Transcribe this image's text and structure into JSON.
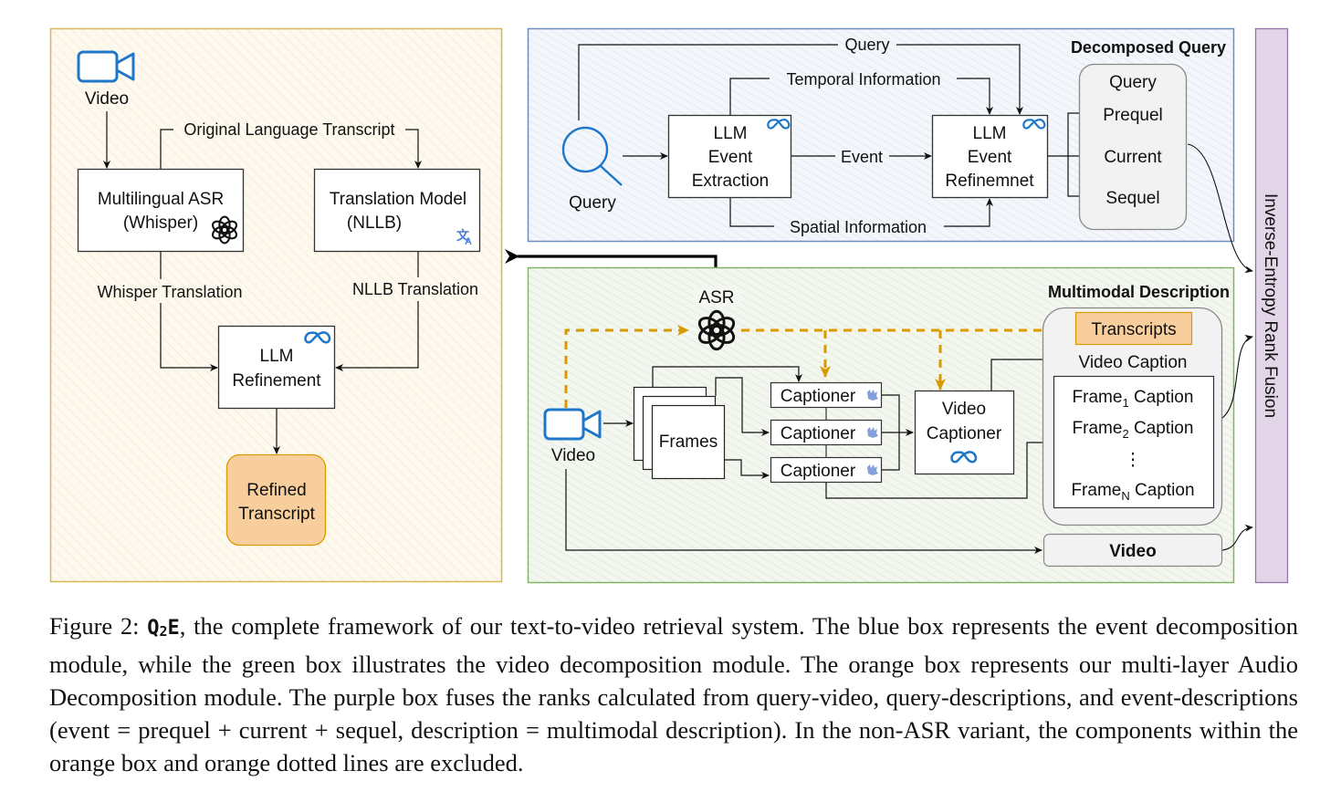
{
  "colors": {
    "audio_box_fill": "#fdf8ec",
    "audio_box_stroke": "#d6b656",
    "query_box_fill": "#eef3fa",
    "query_box_stroke": "#6c8ebf",
    "video_box_fill": "#f1f6ec",
    "video_box_stroke": "#82b366",
    "fusion_fill": "#e1d5e7",
    "fusion_stroke": "#9673a6",
    "accent_blue": "#1f77c9",
    "orange_dash": "#d79b00",
    "orange_fill": "#f8cf9c"
  },
  "audio_module": {
    "video_label": "Video",
    "edge_original_transcript": "Original Language Transcript",
    "asr_box": {
      "line1": "Multilingual ASR",
      "line2": "(Whisper)"
    },
    "translation_box": {
      "line1": "Translation Model",
      "line2": "(NLLB)"
    },
    "edge_whisper_translation": "Whisper Translation",
    "edge_nllb_translation": "NLLB Translation",
    "llm_box": {
      "line1": "LLM",
      "line2": "Refinement"
    },
    "output_box": {
      "line1": "Refined",
      "line2": "Transcript"
    }
  },
  "query_module": {
    "title": "Decomposed Query",
    "query_label": "Query",
    "edge_query": "Query",
    "edge_temporal": "Temporal Information",
    "edge_event": "Event",
    "edge_spatial": "Spatial Information",
    "extraction_box": {
      "line1": "LLM",
      "line2": "Event",
      "line3": "Extraction"
    },
    "refinement_box": {
      "line1": "LLM",
      "line2": "Event",
      "line3": "Refinemnet"
    },
    "output_box": {
      "title": "Query",
      "items": [
        "Prequel",
        "Current",
        "Sequel"
      ]
    }
  },
  "video_module": {
    "title": "Multimodal Description",
    "asr_label": "ASR",
    "video_label": "Video",
    "frames_label": "Frames",
    "captioners": [
      "Captioner",
      "Captioner",
      "Captioner"
    ],
    "video_captioner": {
      "line1": "Video",
      "line2": "Captioner"
    },
    "description_box": {
      "transcripts": "Transcripts",
      "video_caption": "Video Caption",
      "frame_captions": [
        {
          "prefix": "Frame",
          "sub": "1",
          "suffix": " Caption"
        },
        {
          "prefix": "Frame",
          "sub": "2",
          "suffix": " Caption"
        },
        {
          "prefix": "Frame",
          "sub": "N",
          "suffix": " Caption"
        }
      ],
      "ellipsis": "⋮"
    },
    "video_output": "Video"
  },
  "fusion": {
    "label": "Inverse-Entropy Rank Fusion"
  },
  "caption": {
    "prefix": "Figure 2: ",
    "name_q": "Q",
    "name_sub": "2",
    "name_e": "E",
    "text": ", the complete framework of our text-to-video retrieval system. The blue box represents the event decomposition module, while the green box illustrates the video decomposition module. The orange box represents our multi-layer Audio Decomposition module. The purple box fuses the ranks calculated from query-video, query-descriptions, and event-descriptions (event = prequel + current + sequel, description = multimodal description). In the non-ASR variant, the components within the orange box and orange dotted lines are excluded."
  }
}
